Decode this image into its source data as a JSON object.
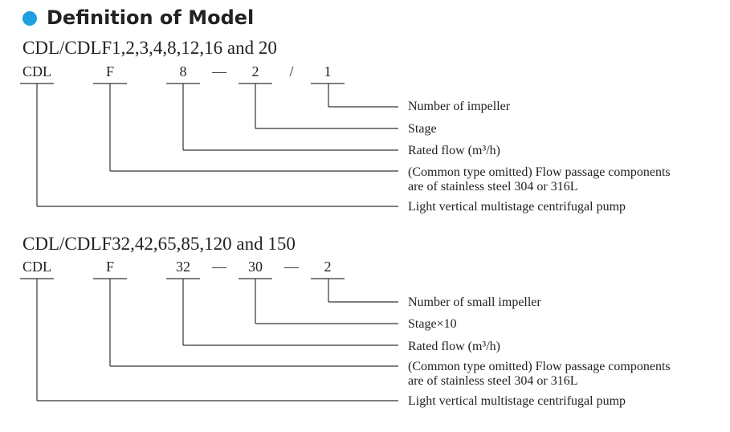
{
  "heading": "Definition of Model",
  "accent_color": "#1e9fe0",
  "section1": {
    "title": "CDL/CDLF1,2,3,4,8,12,16 and 20",
    "codes": [
      "CDL",
      "F",
      "8",
      "—",
      "2",
      "/",
      "1"
    ],
    "descriptions": [
      "Number of impeller",
      "Stage",
      "Rated flow (m³/h)",
      "(Common type omitted) Flow passage components",
      "are of stainless steel 304 or 316L",
      "Light vertical multistage centrifugal pump"
    ]
  },
  "section2": {
    "title": "CDL/CDLF32,42,65,85,120 and 150",
    "codes": [
      "CDL",
      "F",
      "32",
      "—",
      "30",
      "—",
      "2"
    ],
    "descriptions": [
      "Number of small impeller",
      "Stage×10",
      "Rated flow (m³/h)",
      "(Common type omitted) Flow passage components",
      "are of stainless steel 304 or 316L",
      "Light vertical multistage centrifugal pump"
    ]
  }
}
